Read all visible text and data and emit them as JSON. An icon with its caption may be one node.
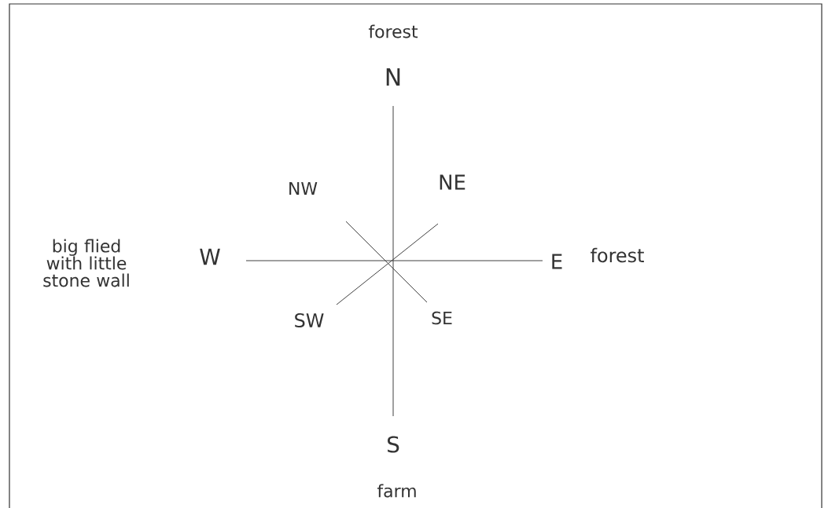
{
  "diagram": {
    "labels": [
      "forest",
      "N",
      "NW",
      "NE",
      "big flied with little stone wall",
      "W",
      "E",
      "forest",
      "SW",
      "SE",
      "S",
      "farm"
    ]
  }
}
